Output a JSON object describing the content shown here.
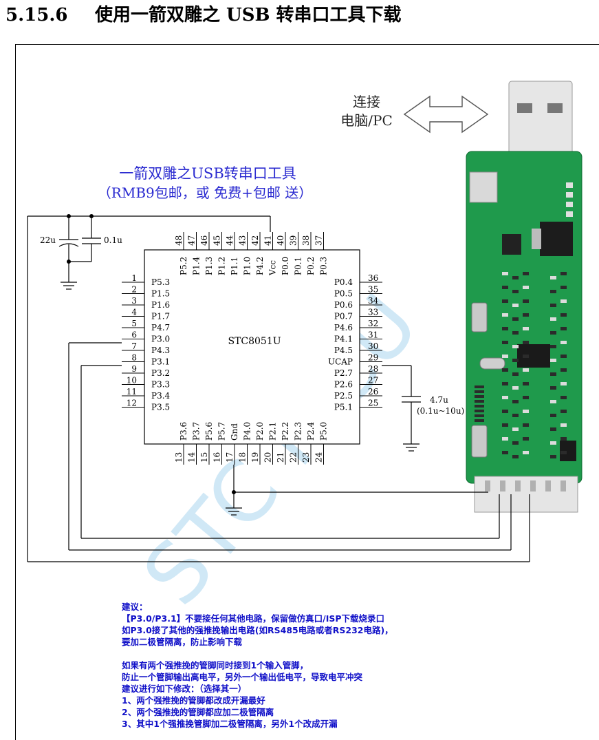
{
  "heading": {
    "number": "5.15.6",
    "title": "使用一箭双雕之 USB 转串口工具下载"
  },
  "pc_link": {
    "line1": "连接",
    "line2": "电脑/PC"
  },
  "tool": {
    "title": "一箭双雕之USB转串口工具",
    "subtitle": "（RMB9包邮，或 免费+包邮 送）"
  },
  "capacitors": {
    "left_large": "22u",
    "left_small": "0.1u",
    "ucap_value": "4.7u",
    "ucap_range": "(0.1u~10u)"
  },
  "chip": {
    "name": "STC8051U",
    "top_numbers": [
      "48",
      "47",
      "46",
      "45",
      "44",
      "43",
      "42",
      "41",
      "40",
      "39",
      "38",
      "37"
    ],
    "top_labels": [
      "P5.2",
      "P1.4",
      "P1.3",
      "P1.2",
      "P1.1",
      "P1.0",
      "P4.2",
      "Vcc",
      "P0.0",
      "P0.1",
      "P0.2",
      "P0.3"
    ],
    "left_numbers": [
      "1",
      "2",
      "3",
      "4",
      "5",
      "6",
      "7",
      "8",
      "9",
      "10",
      "11",
      "12"
    ],
    "left_labels": [
      "P5.3",
      "P1.5",
      "P1.6",
      "P1.7",
      "P4.7",
      "P3.0",
      "P4.3",
      "P3.1",
      "P3.2",
      "P3.3",
      "P3.4",
      "P3.5"
    ],
    "right_numbers": [
      "36",
      "35",
      "34",
      "33",
      "32",
      "31",
      "30",
      "29",
      "28",
      "27",
      "26",
      "25"
    ],
    "right_labels": [
      "P0.4",
      "P0.5",
      "P0.6",
      "P0.7",
      "P4.6",
      "P4.1",
      "P4.5",
      "UCAP",
      "P2.7",
      "P2.6",
      "P2.5",
      "P5.1"
    ],
    "bottom_numbers": [
      "13",
      "14",
      "15",
      "16",
      "17",
      "18",
      "19",
      "20",
      "21",
      "22",
      "23",
      "24"
    ],
    "bottom_labels": [
      "P3.6",
      "P3.7",
      "P5.6",
      "P5.7",
      "Gnd",
      "P4.0",
      "P2.0",
      "P2.1",
      "P2.2",
      "P2.3",
      "P2.4",
      "P5.0"
    ]
  },
  "watermark": "STC MCU",
  "notes": {
    "l1": "建议：",
    "l2": "【P3.0/P3.1】不要接任何其他电路，保留做仿真口/ISP下载烧录口",
    "l3": "如P3.0接了其他的强推挽输出电路(如RS485电路或者RS232电路)，",
    "l4": "要加二极管隔离，防止影响下载",
    "l5": "如果有两个强推挽的管脚同时接到1个输入管脚，",
    "l6": "防止一个管脚输出高电平，另外一个输出低电平，导致电平冲突",
    "l7": "建议进行如下修改：（选择其一）",
    "l8": "1、两个强推挽的管脚都改成开漏最好",
    "l9": "2、两个强推挽的管脚都应加二极管隔离",
    "l10": "3、其中1个强推挽管脚加二极管隔离，另外1个改成开漏"
  },
  "colors": {
    "wire": "#000000",
    "note_blue": "#1010c8",
    "tool_blue": "#2a2ad0",
    "pcb_green": "#1f9a4c",
    "watermark": "#a9d6ef"
  }
}
